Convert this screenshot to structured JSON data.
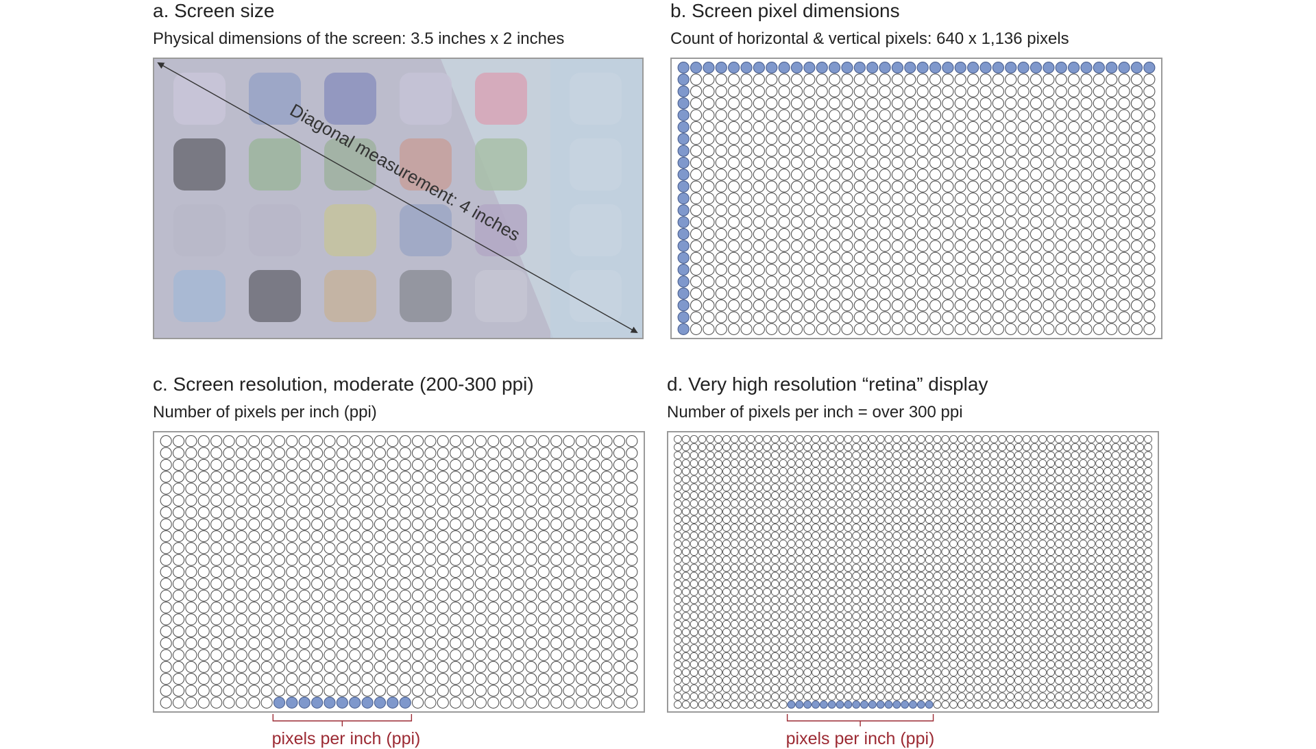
{
  "panels": {
    "a": {
      "title": "a.  Screen size",
      "subtitle": "Physical dimensions of the screen: 3.5 inches x 2 inches",
      "diagonal_label": "Diagonal measurement: 4 inches",
      "icon_colors": [
        [
          "#c9c6d8",
          "#98a3c6",
          "#8c92bd",
          "#c5c3d6",
          "#d7a4b6"
        ],
        [
          "#6d6d75",
          "#9cb59c",
          "#9fb29f",
          "#c7a09b",
          "#a8bfa8"
        ],
        [
          "#b9b8c8",
          "#b8b7c8",
          "#c5c39c",
          "#9ca7c4",
          "#b3a8c4"
        ],
        [
          "#a6b9d3",
          "#6e6f78",
          "#c6b39c",
          "#8d8f98",
          "#c6c6d2"
        ]
      ],
      "colors": {
        "screen_left": "#bcbccc",
        "screen_right": "#c7d2dd",
        "screen_far_right": "#bfd0df"
      }
    },
    "b": {
      "title": "b.  Screen pixel dimensions",
      "subtitle": "Count of horizontal & vertical pixels: 640 x 1,136 pixels",
      "grid_cols": 38,
      "grid_rows": 23,
      "highlight": "top row and left column"
    },
    "c": {
      "title": "c.  Screen resolution, moderate (200-300 ppi)",
      "subtitle": "Number of pixels per inch (ppi)",
      "grid_cols": 38,
      "grid_rows": 23,
      "highlight_row_index": 22,
      "highlight_start_col": 9,
      "highlight_count": 11,
      "bracket_label": "pixels per inch (ppi)"
    },
    "d": {
      "title": "d.  Very high resolution “retina” display",
      "subtitle": "Number of pixels per inch = over 300 ppi",
      "grid_cols": 59,
      "grid_rows": 34,
      "highlight_row_index": 33,
      "highlight_start_col": 14,
      "highlight_count": 18,
      "bracket_label": "pixels per inch (ppi)"
    }
  },
  "colors": {
    "circle_stroke": "#555555",
    "highlight_fill": "#7f98cc",
    "highlight_stroke": "#4a5f8f",
    "bracket": "#9c2a33",
    "frame_border": "#9a9a9a"
  }
}
